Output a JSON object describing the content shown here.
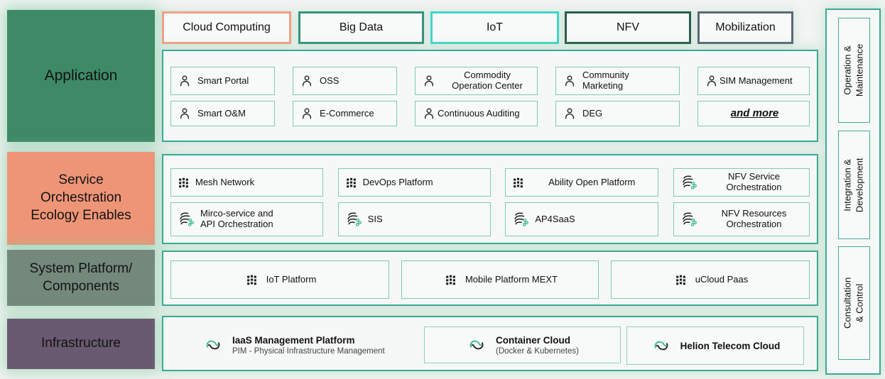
{
  "palette": {
    "canvas_bg": "#f1f4f2",
    "container_border": "#3aaa93",
    "item_border": "#7ccbb6",
    "accent_green": "#3cb98b",
    "glow_green": "rgba(126,199,158,0.55)"
  },
  "left_rows": [
    {
      "label": "Application",
      "color": "#3e8a66"
    },
    {
      "label": "Service\nOrchestration\nEcology Enables",
      "color": "#ef9577"
    },
    {
      "label": "System Platform/\nComponents",
      "color": "#74897c"
    },
    {
      "label": "Infrastructure",
      "color": "#6a5a71"
    }
  ],
  "tabs": [
    {
      "label": "Cloud Computing",
      "border": "#f2a083"
    },
    {
      "label": "Big Data",
      "border": "#37937c"
    },
    {
      "label": "IoT",
      "border": "#43d6c9"
    },
    {
      "label": "NFV",
      "border": "#2a5d4e"
    },
    {
      "label": "Mobilization",
      "border": "#5b6876"
    }
  ],
  "application_items": [
    {
      "label": "Smart Portal",
      "icon": "user-icon"
    },
    {
      "label": "OSS",
      "icon": "user-icon"
    },
    {
      "label": "Commodity\nOperation Center",
      "icon": "user-icon"
    },
    {
      "label": "Community\nMarketing",
      "icon": "user-icon"
    },
    {
      "label": "SIM Management",
      "icon": "user-icon"
    },
    {
      "label": "Smart O&M",
      "icon": "user-icon"
    },
    {
      "label": "E-Commerce",
      "icon": "user-icon"
    },
    {
      "label": "Continuous Auditing",
      "icon": "user-icon"
    },
    {
      "label": "DEG",
      "icon": "user-icon"
    },
    {
      "label": "and more",
      "icon": null
    }
  ],
  "service_items": [
    {
      "label": "Mesh Network",
      "icon": "grid-icon"
    },
    {
      "label": "DevOps Platform",
      "icon": "grid-icon"
    },
    {
      "label": "Ability Open Platform",
      "icon": "grid-icon"
    },
    {
      "label": "NFV Service\nOrchestration",
      "icon": "swoosh-icon"
    },
    {
      "label": "Mirco-service and\nAPI Orchestration",
      "icon": "swoosh-icon"
    },
    {
      "label": "SIS",
      "icon": "swoosh-icon"
    },
    {
      "label": "AP4SaaS",
      "icon": "swoosh-icon"
    },
    {
      "label": "NFV Resources\nOrchestration",
      "icon": "swoosh-icon"
    }
  ],
  "platform_items": [
    {
      "label": "IoT Platform",
      "icon": "grid-icon"
    },
    {
      "label": "Mobile Platform MEXT",
      "icon": "grid-icon"
    },
    {
      "label": "uCloud Paas",
      "icon": "grid-icon"
    }
  ],
  "infrastructure_items": [
    {
      "title": "IaaS Management Platform",
      "subtitle": "PIM - Physical Infrastructure Management",
      "icon": "cloud-sync-icon"
    },
    {
      "title": "Container Cloud",
      "subtitle": "(Docker & Kubernetes)",
      "icon": "cloud-sync-icon"
    },
    {
      "title": "Helion Telecom Cloud",
      "subtitle": "",
      "icon": "cloud-sync-icon"
    }
  ],
  "sidebar_items": [
    {
      "label": "Operation &\nMaintenance"
    },
    {
      "label": "Integration &\nDevelopment"
    },
    {
      "label": "Consultation & Control"
    }
  ]
}
